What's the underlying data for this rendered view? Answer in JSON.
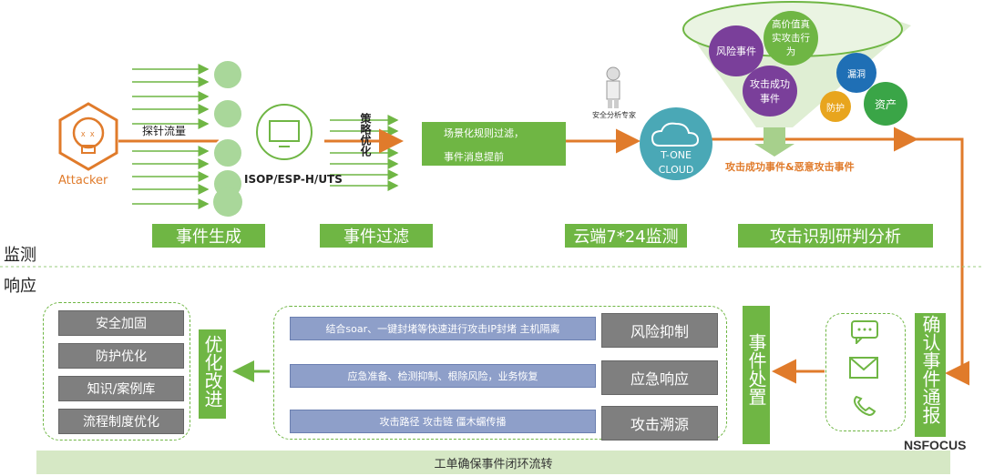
{
  "top_monitor": {
    "attacker_label": "Attacker",
    "probe_traffic_label": "探针流量",
    "device_label": "ISOP/ESP-H/UTS",
    "policy_opt_label": "策略优化",
    "filter_line1": "场景化规则过滤，",
    "filter_line2": "事件消息提前",
    "expert_label": "安全分析专家",
    "cloud_label_1": "T-ONE",
    "cloud_label_2": "CLOUD",
    "risk_event_label": "风险事件",
    "high_value_label": "高价值真实攻击行为",
    "success_event_label": "攻击成功事件",
    "loophole_label": "漏洞",
    "protect_label": "防护",
    "asset_label": "资产",
    "funnel_output_label": "攻击成功事件&恶意攻击事件"
  },
  "stage_labels": {
    "event_generation": "事件生成",
    "event_filter": "事件过滤",
    "cloud_monitor": "云端7*24监测",
    "attack_analysis": "攻击识别研判分析"
  },
  "section_labels": {
    "monitor": "监测",
    "response": "响应"
  },
  "response": {
    "optimize_items": [
      "安全加固",
      "防护优化",
      "知识/案例库",
      "流程制度优化"
    ],
    "optimize_label": "优化改进",
    "actions": [
      {
        "desc": "结合soar、一键封堵等快速进行攻击IP封堵 主机隔离",
        "title": "风险抑制"
      },
      {
        "desc": "应急准备、检测抑制、根除风险，业务恢复",
        "title": "应急响应"
      },
      {
        "desc": "攻击路径 攻击链 僵木蠕传播",
        "title": "攻击溯源"
      }
    ],
    "handle_label": "事件处置",
    "confirm_label": "确认事件通报",
    "workorder_label": "工单确保事件闭环流转",
    "brand_label": "NSFOCUS"
  },
  "colors": {
    "green": "#6fb644",
    "orange": "#e07b2b",
    "teal": "#4aa8b6",
    "purple": "#7a3f9a",
    "gray": "#7f7f7f",
    "blue_bar": "#8e9fc9"
  }
}
